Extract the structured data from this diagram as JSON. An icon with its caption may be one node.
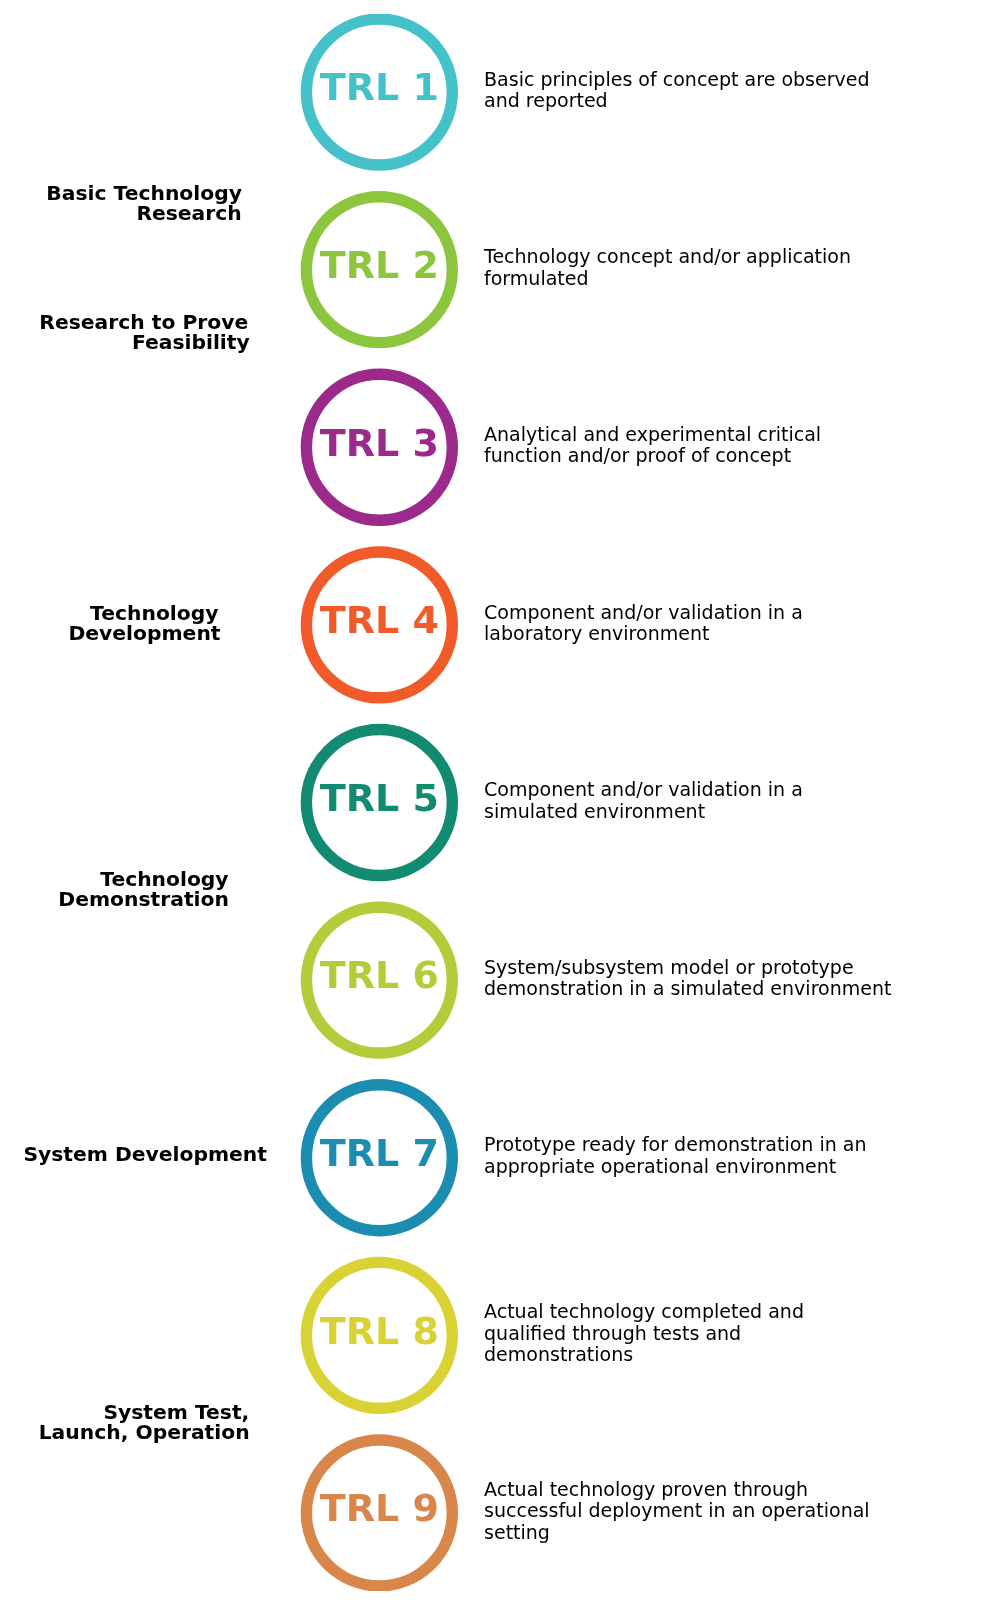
{
  "diagram": {
    "nodes": [
      {
        "text": [
          "TRL 1"
        ],
        "beside": [
          "Basic principles of concept are observed and reported"
        ]
      },
      {
        "text": [
          "TRL 2"
        ],
        "beside": [
          "Technology concept and/or application formulated"
        ]
      },
      {
        "text": [
          "TRL 3"
        ],
        "beside": [
          "Analytical and experimental critical function and/or proof of concept"
        ]
      },
      {
        "text": [
          "TRL 4"
        ],
        "beside": [
          "Component and/or validation in a laboratory environment"
        ]
      },
      {
        "text": [
          "TRL 5"
        ],
        "beside": [
          "Component and/or validation in a simulated environment"
        ]
      },
      {
        "text": [
          "TRL 6"
        ],
        "beside": [
          "System/subsystem model or prototype demonstration in a simulated environment"
        ]
      },
      {
        "text": [
          "TRL 7"
        ],
        "beside": [
          "Prototype ready for demonstration in an appropriate operational environment"
        ]
      },
      {
        "text": [
          "TRL 8"
        ],
        "beside": [
          "Actual technology completed and qualified through tests and demonstrations"
        ]
      },
      {
        "text": [
          "TRL 9"
        ],
        "beside": [
          "Actual technology proven through successful deployment in an operational setting"
        ]
      }
    ],
    "edges": [],
    "labels": [
      "Basic Technology Research",
      "Research to Prove Feasibility",
      "Technology Development",
      "Technology Demonstration",
      "System Development",
      "System Test, Launch, Operation"
    ]
  }
}
